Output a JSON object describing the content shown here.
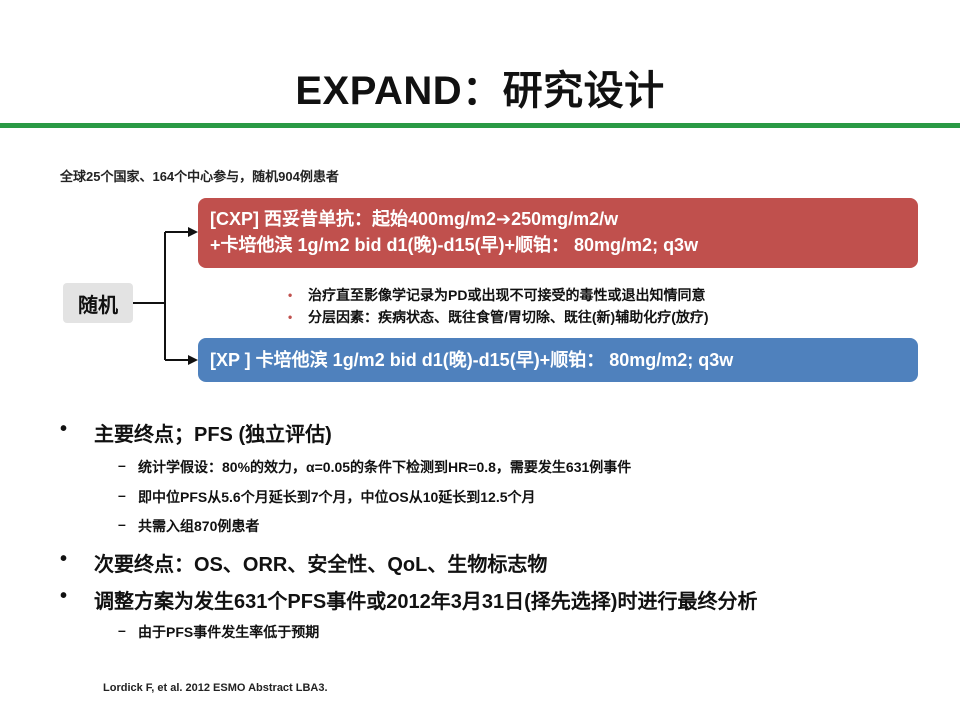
{
  "title": "EXPAND：研究设计",
  "intro": "全球25个国家、164个中心参与，随机904例患者",
  "randomize_label": "随机",
  "arms": {
    "cxp": {
      "line1": "[CXP] 西妥昔单抗：起始400mg/m2➔250mg/m2/w",
      "line2": "+卡培他滨 1g/m2 bid d1(晚)-d15(早)+顺铂： 80mg/m2; q3w"
    },
    "xp": {
      "line1": "[XP ] 卡培他滨 1g/m2 bid d1(晚)-d15(早)+顺铂： 80mg/m2; q3w"
    }
  },
  "notes": [
    "治疗直至影像学记录为PD或出现不可接受的毒性或退出知情同意",
    "分层因素：疾病状态、既往食管/胃切除、既往(新)辅助化疗(放疗)"
  ],
  "endpoints": {
    "primary": "主要终点；PFS (独立评估)",
    "primary_sub": [
      "统计学假设：80%的效力，α=0.05的条件下检测到HR=0.8，需要发生631例事件",
      "即中位PFS从5.6个月延长到7个月，中位OS从10延长到12.5个月",
      "共需入组870例患者"
    ],
    "secondary": "次要终点：OS、ORR、安全性、QoL、生物标志物",
    "adjustment": "调整方案为发生631个PFS事件或2012年3月31日(择先选择)时进行最终分析",
    "adjustment_sub": [
      "由于PFS事件发生率低于预期"
    ],
    "bullet": "•",
    "dash": "–",
    "note_bullet": "•"
  },
  "reference": "Lordick F, et al. 2012 ESMO Abstract LBA3.",
  "colors": {
    "rule": "#2a9a45",
    "cxp_box": "#c0504d",
    "xp_box": "#4f81bd",
    "rand_box": "#e3e3e3"
  }
}
